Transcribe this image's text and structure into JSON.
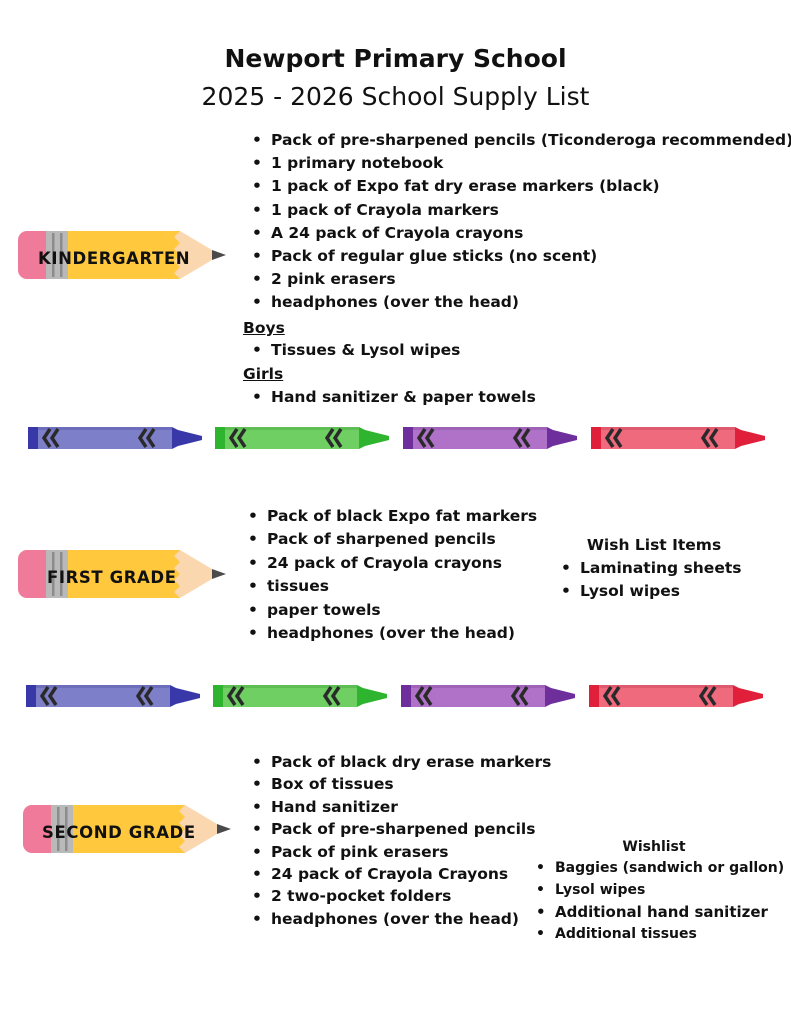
{
  "header": {
    "school_name": "Newport Primary School",
    "list_title": "2025 - 2026 School Supply List"
  },
  "kindergarten": {
    "label": "KINDERGARTEN",
    "items": [
      "Pack of pre-sharpened pencils (Ticonderoga recommended)",
      "1 primary notebook",
      "1 pack of Expo fat dry erase markers (black)",
      "1 pack of Crayola markers",
      "A 24 pack of Crayola crayons",
      "Pack of regular glue sticks (no scent)",
      "2 pink erasers",
      "headphones (over the head)"
    ],
    "boys_heading": "Boys",
    "boys_items": [
      "Tissues & Lysol wipes"
    ],
    "girls_heading": "Girls",
    "girls_items": [
      "Hand sanitizer & paper towels"
    ]
  },
  "first_grade": {
    "label": "FIRST GRADE",
    "items": [
      "Pack of black Expo fat markers",
      "Pack of sharpened pencils",
      "24 pack of Crayola crayons",
      "tissues",
      "paper towels",
      "headphones (over the head)"
    ],
    "wishlist_title": "Wish List Items",
    "wishlist_items": [
      "Laminating sheets",
      "Lysol wipes"
    ]
  },
  "second_grade": {
    "label": "SECOND GRADE",
    "items": [
      "Pack of black dry erase markers",
      "Box of tissues",
      "Hand sanitizer",
      "Pack of pre-sharpened pencils",
      "Pack of pink erasers",
      "24 pack of Crayola Crayons",
      "2 two-pocket folders",
      "headphones (over the head)"
    ],
    "wishlist_title": "Wishlist",
    "wishlist_items": [
      "Baggies (sandwich or gallon)",
      "Lysol wipes",
      "Additional hand sanitizer",
      "Additional tissues"
    ]
  },
  "colors": {
    "pencil_body": "#FFC83D",
    "pencil_eraser": "#F07A9A",
    "pencil_ferrule": "#B9B9B9",
    "pencil_wood": "#FBD7AF",
    "pencil_tip": "#4A4A4A",
    "crayon_blue": "#7E7FC9",
    "crayon_blue_dark": "#3838A8",
    "crayon_green": "#6FCF63",
    "crayon_green_dark": "#2EB42E",
    "crayon_purple": "#B072C8",
    "crayon_purple_dark": "#6E2E9C",
    "crayon_red": "#F06A7E",
    "crayon_red_dark": "#E0203A"
  },
  "icons": [
    "pencil-icon",
    "crayon-icon"
  ]
}
